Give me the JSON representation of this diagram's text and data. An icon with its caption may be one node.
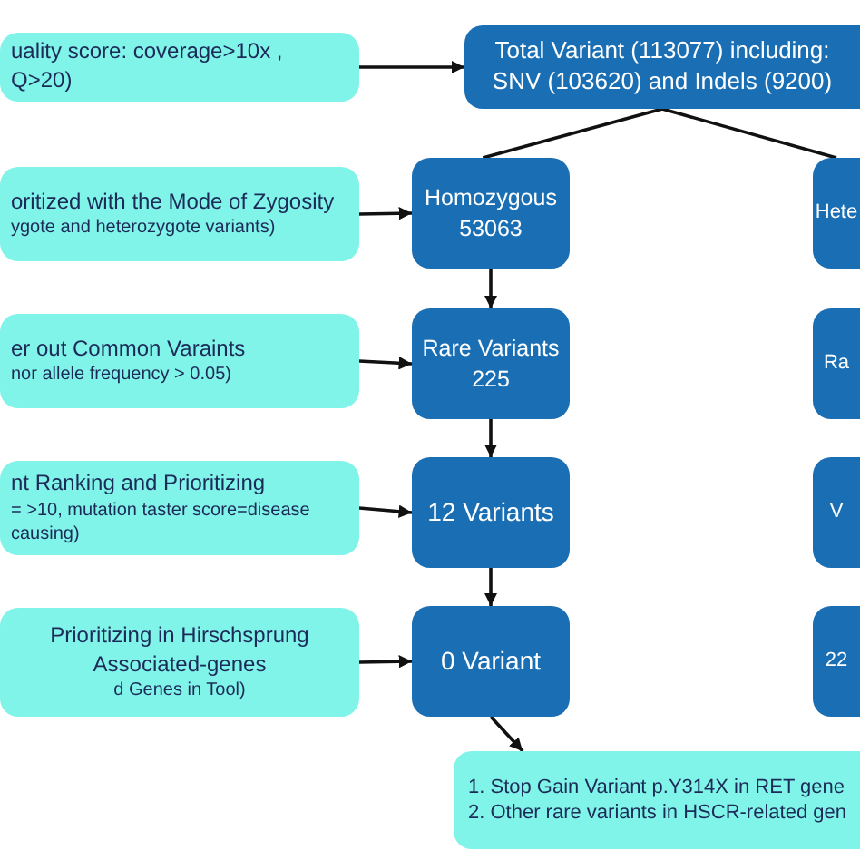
{
  "diagram": {
    "nodes": [
      {
        "text": [
          "uality score: coverage>10x , Q>20)"
        ]
      },
      {
        "text": [
          "Total Variant (113077) including: SNV (103620) and Indels (9200)"
        ]
      },
      {
        "text": [
          "oritized with the Mode of Zygosity",
          "ygote and heterozygote variants)"
        ]
      },
      {
        "text": [
          "Homozygous 53063"
        ]
      },
      {
        "text": [
          "Hete"
        ]
      },
      {
        "text": [
          "er out Common Varaints",
          "nor allele frequency > 0.05)"
        ]
      },
      {
        "text": [
          "Rare Variants 225"
        ]
      },
      {
        "text": [
          "Ra"
        ]
      },
      {
        "text": [
          "nt Ranking and Prioritizing",
          "= >10, mutation taster score=disease causing)"
        ]
      },
      {
        "text": [
          "12 Variants"
        ]
      },
      {
        "text": [
          "V"
        ]
      },
      {
        "text": [
          "Prioritizing in Hirschsprung Associated-genes",
          "d Genes in Tool)"
        ]
      },
      {
        "text": [
          "0 Variant"
        ]
      },
      {
        "text": [
          "22"
        ]
      },
      {
        "text": [
          "1.   Stop Gain Variant p.Y314X in RET gene",
          "2.   Other rare variants in HSCR-related gen"
        ]
      }
    ],
    "edges": [
      {
        "from": 0,
        "to": 1,
        "arrow": "to"
      },
      {
        "from": 1,
        "to": 3,
        "arrow": "none"
      },
      {
        "from": 1,
        "to": 4,
        "arrow": "none"
      },
      {
        "from": 2,
        "to": 3,
        "arrow": "to"
      },
      {
        "from": 3,
        "to": 6,
        "arrow": "to"
      },
      {
        "from": 5,
        "to": 6,
        "arrow": "to"
      },
      {
        "from": 6,
        "to": 9,
        "arrow": "to"
      },
      {
        "from": 8,
        "to": 9,
        "arrow": "to"
      },
      {
        "from": 9,
        "to": 12,
        "arrow": "to"
      },
      {
        "from": 11,
        "to": 12,
        "arrow": "to"
      },
      {
        "from": 12,
        "to": 14,
        "arrow": "to"
      }
    ]
  }
}
